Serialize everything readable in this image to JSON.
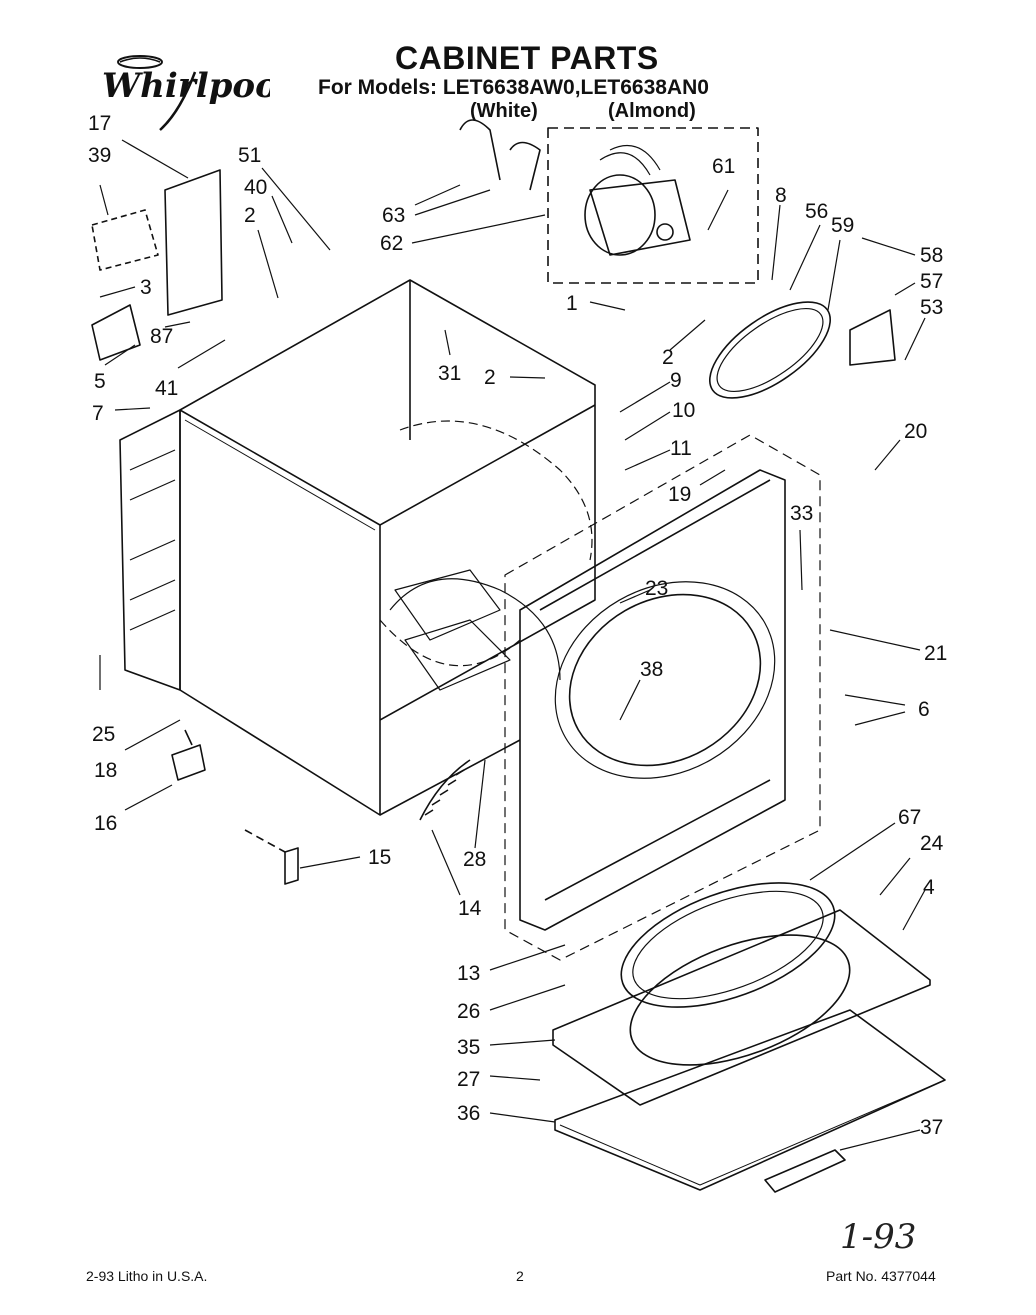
{
  "header": {
    "brand": "Whirlpool",
    "title": "CABINET PARTS",
    "models": "For Models: LET6638AW0,LET6638AN0",
    "variant_white": "(White)",
    "variant_almond": "(Almond)"
  },
  "callouts": {
    "c17": "17",
    "c39": "39",
    "c51": "51",
    "c40": "40",
    "c2a": "2",
    "c3": "3",
    "c87": "87",
    "c5": "5",
    "c41": "41",
    "c7": "7",
    "c31": "31",
    "c2b": "2",
    "c9": "9",
    "c10": "10",
    "c11": "11",
    "c19": "19",
    "c20": "20",
    "c63": "63",
    "c62": "62",
    "c61": "61",
    "c8": "8",
    "c56": "56",
    "c59": "59",
    "c58": "58",
    "c57": "57",
    "c53": "53",
    "c1": "1",
    "c2c": "2",
    "c33": "33",
    "c23": "23",
    "c21": "21",
    "c38": "38",
    "c6": "6",
    "c25": "25",
    "c18": "18",
    "c16": "16",
    "c15": "15",
    "c28": "28",
    "c14": "14",
    "c67": "67",
    "c24": "24",
    "c4": "4",
    "c13": "13",
    "c26": "26",
    "c35": "35",
    "c27": "27",
    "c36": "36",
    "c37": "37"
  },
  "handwritten": "1-93",
  "footer": {
    "print_info": "2-93  Litho in U.S.A.",
    "page_number": "2",
    "part_number": "Part No. 4377044"
  }
}
